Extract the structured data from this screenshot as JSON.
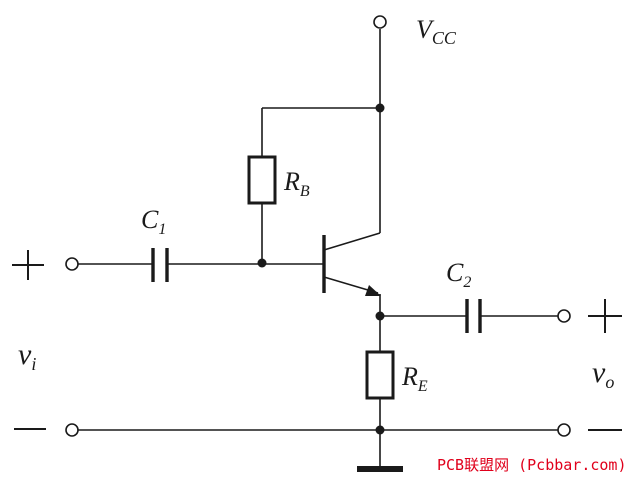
{
  "labels": {
    "vcc_main": "V",
    "vcc_sub": "CC",
    "rb_main": "R",
    "rb_sub": "B",
    "re_main": "R",
    "re_sub": "E",
    "c1_main": "C",
    "c1_sub": "1",
    "c2_main": "C",
    "c2_sub": "2",
    "vi_main": "v",
    "vi_sub": "i",
    "vo_main": "v",
    "vo_sub": "o"
  },
  "watermark": {
    "text": "PCB联盟网 (Pcbbar.com)",
    "color": "#e0001b"
  }
}
